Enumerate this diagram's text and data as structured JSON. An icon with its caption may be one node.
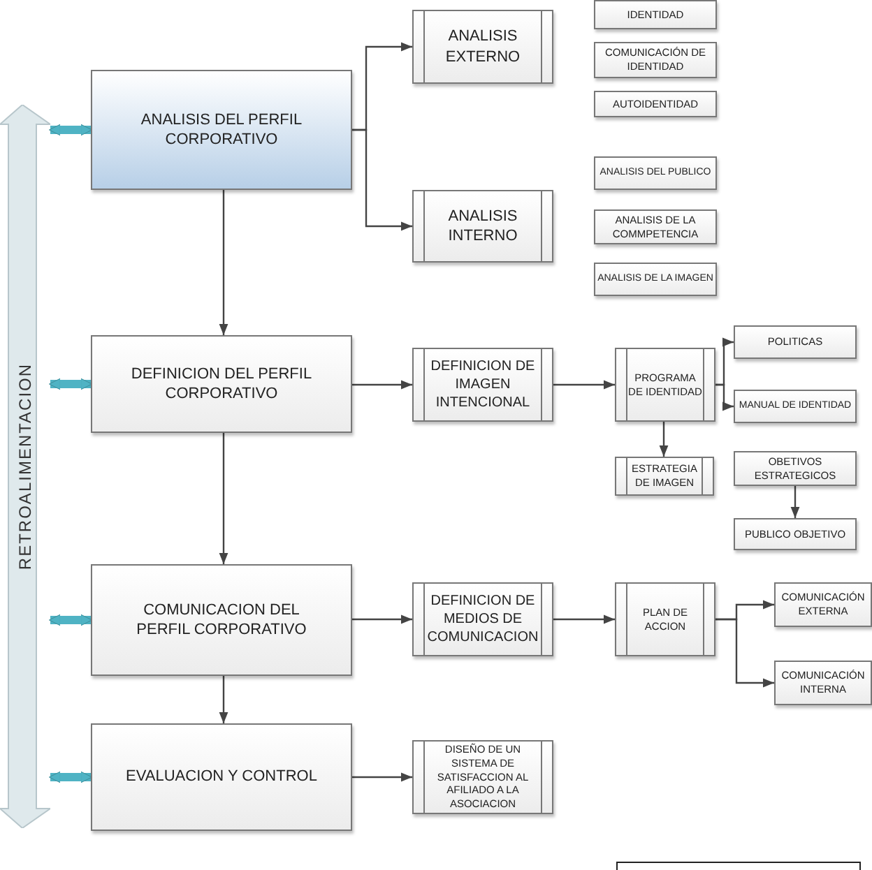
{
  "diagram": {
    "nodes": [
      {
        "text": [
          "RETROALIMENTACION"
        ]
      },
      {
        "text": [
          "ANALISIS DEL PERFIL CORPORATIVO"
        ]
      },
      {
        "text": [
          "ANALISIS EXTERNO"
        ]
      },
      {
        "text": [
          "ANALISIS INTERNO"
        ]
      },
      {
        "text": [
          "IDENTIDAD"
        ]
      },
      {
        "text": [
          "COMUNICACIÓN DE IDENTIDAD"
        ]
      },
      {
        "text": [
          "AUTOIDENTIDAD"
        ]
      },
      {
        "text": [
          "ANALISIS DEL PUBLICO"
        ]
      },
      {
        "text": [
          "ANALISIS DE LA COMMPETENCIA"
        ]
      },
      {
        "text": [
          "ANALISIS DE LA IMAGEN"
        ]
      },
      {
        "text": [
          "DEFINICION DEL PERFIL CORPORATIVO"
        ]
      },
      {
        "text": [
          "DEFINICION DE IMAGEN INTENCIONAL"
        ]
      },
      {
        "text": [
          "PROGRAMA DE IDENTIDAD"
        ]
      },
      {
        "text": [
          "POLITICAS"
        ]
      },
      {
        "text": [
          "MANUAL DE IDENTIDAD"
        ]
      },
      {
        "text": [
          "ESTRATEGIA DE IMAGEN"
        ]
      },
      {
        "text": [
          "OBETIVOS ESTRATEGICOS"
        ]
      },
      {
        "text": [
          "PUBLICO OBJETIVO"
        ]
      },
      {
        "text": [
          "COMUNICACION DEL PERFIL CORPORATIVO"
        ]
      },
      {
        "text": [
          "DEFINICION DE MEDIOS DE COMUNICACION"
        ]
      },
      {
        "text": [
          "PLAN DE ACCION"
        ]
      },
      {
        "text": [
          "COMUNICACIÓN EXTERNA"
        ]
      },
      {
        "text": [
          "COMUNICACIÓN INTERNA"
        ]
      },
      {
        "text": [
          "EVALUACION Y CONTROL"
        ]
      },
      {
        "text": [
          "DISEÑO DE UN SISTEMA DE SATISFACCION AL AFILIADO A LA ASOCIACION"
        ]
      },
      {
        "text": [],
        "shape": "box"
      }
    ],
    "edges": [
      {
        "from": 1,
        "to": 2,
        "arrow": "to"
      },
      {
        "from": 1,
        "to": 3,
        "arrow": "to"
      },
      {
        "from": 1,
        "to": 10,
        "arrow": "to"
      },
      {
        "from": 10,
        "to": 11,
        "arrow": "to"
      },
      {
        "from": 11,
        "to": 12,
        "arrow": "to"
      },
      {
        "from": 12,
        "to": 13,
        "arrow": "to"
      },
      {
        "from": 12,
        "to": 14,
        "arrow": "to"
      },
      {
        "from": 12,
        "to": 15,
        "arrow": "to"
      },
      {
        "from": 16,
        "to": 17,
        "arrow": "to"
      },
      {
        "from": 10,
        "to": 18,
        "arrow": "to"
      },
      {
        "from": 18,
        "to": 19,
        "arrow": "to"
      },
      {
        "from": 19,
        "to": 20,
        "arrow": "to"
      },
      {
        "from": 20,
        "to": 21,
        "arrow": "to"
      },
      {
        "from": 20,
        "to": 22,
        "arrow": "to"
      },
      {
        "from": 18,
        "to": 23,
        "arrow": "to"
      },
      {
        "from": 23,
        "to": 24,
        "arrow": "to"
      },
      {
        "from": 0,
        "to": 1,
        "arrow": "both",
        "style": "thick",
        "color": "#4fb3c4"
      },
      {
        "from": 0,
        "to": 10,
        "arrow": "both",
        "style": "thick",
        "color": "#4fb3c4"
      },
      {
        "from": 0,
        "to": 18,
        "arrow": "both",
        "style": "thick",
        "color": "#4fb3c4"
      },
      {
        "from": 0,
        "to": 23,
        "arrow": "both",
        "style": "thick",
        "color": "#4fb3c4"
      }
    ]
  }
}
